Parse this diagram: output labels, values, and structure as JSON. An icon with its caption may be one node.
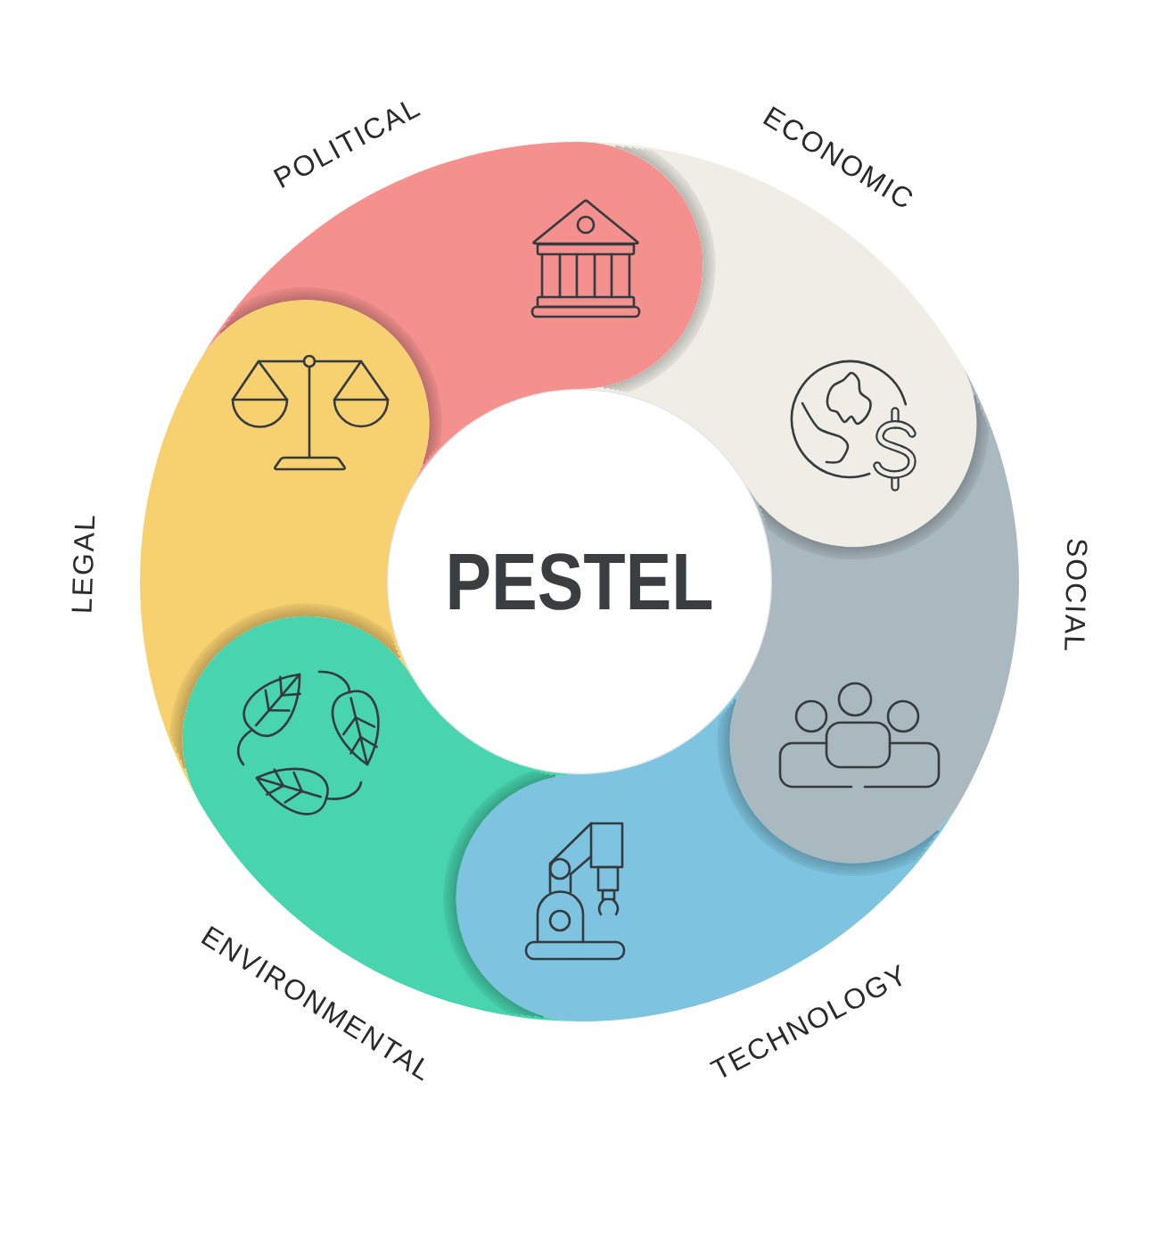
{
  "diagram": {
    "nodes": [
      {
        "text": [
          "PESTEL"
        ]
      },
      {
        "text": [
          "POLITICAL"
        ]
      },
      {
        "text": [
          "ECONOMIC"
        ]
      },
      {
        "text": [
          "SOCIAL"
        ]
      },
      {
        "text": [
          "TECHNOLOGY"
        ]
      },
      {
        "text": [
          "ENVIRONMENTAL"
        ]
      },
      {
        "text": [
          "LEGAL"
        ]
      }
    ]
  }
}
